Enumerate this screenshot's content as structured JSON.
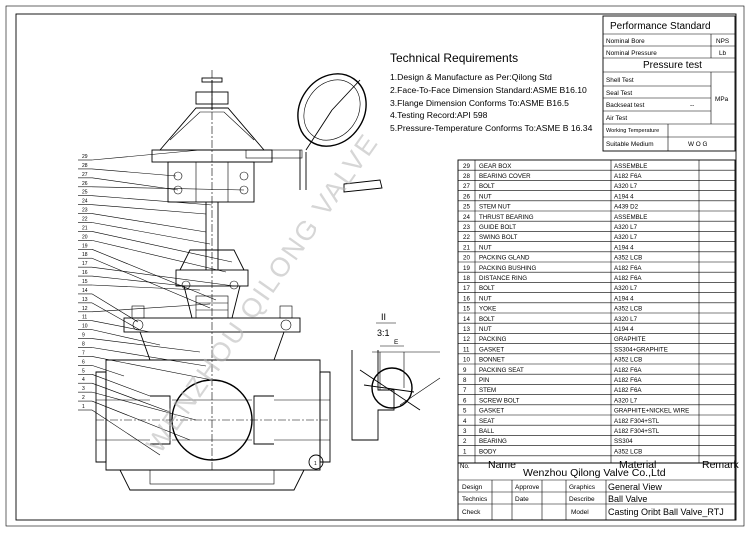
{
  "technical_requirements": {
    "title": "Technical Requirements",
    "items": [
      "1.Design & Manufacture as Per:Qilong Std",
      "2.Face-To-Face Dimension Standard:ASME B16.10",
      "3.Flange Dimension Conforms To:ASME B16.5",
      "4.Testing Record:API 598",
      "5.Pressure-Temperature Conforms To:ASME B 16.34"
    ]
  },
  "performance": {
    "title": "Performance Standard",
    "nominal_bore": "Nominal Bore",
    "nps": "NPS",
    "nominal_pressure": "Nominal Pressure",
    "lb": "Lb",
    "pressure_test": "Pressure test",
    "shell_test": "Shell Test",
    "seal_test": "Seal Test",
    "backseat_test": "Backseat test",
    "backseat_value": "--",
    "air_test": "Air Test",
    "mpa": "MPa",
    "working_temperature": "Working Temperature",
    "suitable_medium": "Suitable Medium",
    "medium_value": "W O G"
  },
  "bom": {
    "rows": [
      {
        "no": "29",
        "name": "GEAR BOX",
        "material": "ASSEMBLE"
      },
      {
        "no": "28",
        "name": "BEARING COVER",
        "material": "A182 F6A"
      },
      {
        "no": "27",
        "name": "BOLT",
        "material": "A320 L7"
      },
      {
        "no": "26",
        "name": "NUT",
        "material": "A194 4"
      },
      {
        "no": "25",
        "name": "STEM NUT",
        "material": "A439 D2"
      },
      {
        "no": "24",
        "name": "THRUST BEARING",
        "material": "ASSEMBLE"
      },
      {
        "no": "23",
        "name": "GUIDE BOLT",
        "material": "A320 L7"
      },
      {
        "no": "22",
        "name": "SWING BOLT",
        "material": "A320 L7"
      },
      {
        "no": "21",
        "name": "NUT",
        "material": "A194 4"
      },
      {
        "no": "20",
        "name": "PACKING GLAND",
        "material": "A352 LCB"
      },
      {
        "no": "19",
        "name": "PACKING BUSHING",
        "material": "A182 F6A"
      },
      {
        "no": "18",
        "name": "DISTANCE RING",
        "material": "A182 F6A"
      },
      {
        "no": "17",
        "name": "BOLT",
        "material": "A320 L7"
      },
      {
        "no": "16",
        "name": "NUT",
        "material": "A194 4"
      },
      {
        "no": "15",
        "name": "YOKE",
        "material": "A352 LCB"
      },
      {
        "no": "14",
        "name": "BOLT",
        "material": "A320 L7"
      },
      {
        "no": "13",
        "name": "NUT",
        "material": "A194 4"
      },
      {
        "no": "12",
        "name": "PACKING",
        "material": "GRAPHITE"
      },
      {
        "no": "11",
        "name": "GASKET",
        "material": "SS304+GRAPHITE"
      },
      {
        "no": "10",
        "name": "BONNET",
        "material": "A352 LCB"
      },
      {
        "no": "9",
        "name": "PACKING SEAT",
        "material": "A182 F6A"
      },
      {
        "no": "8",
        "name": "PIN",
        "material": "A182 F6A"
      },
      {
        "no": "7",
        "name": "STEM",
        "material": "A182 F6A"
      },
      {
        "no": "6",
        "name": "SCREW BOLT",
        "material": "A320 L7"
      },
      {
        "no": "5",
        "name": "GASKET",
        "material": "GRAPHITE+NICKEL WIRE"
      },
      {
        "no": "4",
        "name": "SEAT",
        "material": "A182 F304+STL"
      },
      {
        "no": "3",
        "name": "BALL",
        "material": "A182 F304+STL"
      },
      {
        "no": "2",
        "name": "BEARING",
        "material": "SS304"
      },
      {
        "no": "1",
        "name": "BODY",
        "material": "A352 LCB"
      }
    ],
    "header_no": "No.",
    "header_name": "Name",
    "header_material": "Material",
    "header_remark": "Remark"
  },
  "title_block": {
    "company": "Wenzhou Qilong Valve Co.,Ltd",
    "design": "Design",
    "approve": "Approve",
    "technics": "Technics",
    "date": "Date",
    "check": "Check",
    "graphics_label": "Graphics",
    "graphics_value": "General View",
    "describe_label": "Describe",
    "describe_value": "Ball Valve",
    "model_label": "Model",
    "model_value": "Casting Oribt Ball Valve_RTJ"
  },
  "detail": {
    "view_label": "II",
    "scale": "3:1",
    "dim_label": "E"
  },
  "balloon": "1",
  "watermark": "WENZHOU QILONG VALVE",
  "leader_numbers": [
    "29",
    "28",
    "27",
    "26",
    "25",
    "24",
    "23",
    "22",
    "21",
    "20",
    "19",
    "18",
    "17",
    "16",
    "15",
    "14",
    "13",
    "12",
    "11",
    "10",
    "9",
    "8",
    "7",
    "6",
    "5",
    "4",
    "3",
    "2",
    "1"
  ]
}
